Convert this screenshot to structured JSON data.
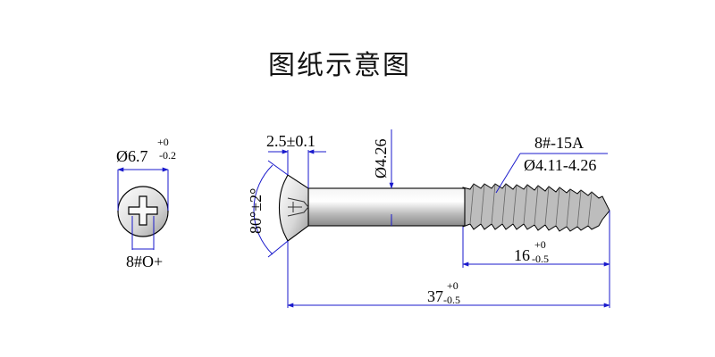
{
  "title": "图纸示意图",
  "head_view": {
    "diameter": {
      "main": "Ø6.7",
      "upper": "+0",
      "lower": "-0.2"
    },
    "drive": "8#O+"
  },
  "side_view": {
    "angle": "80°±2°",
    "head_height": "2.5±0.1",
    "shank_diameter": "Ø4.26",
    "thread_callout": {
      "line1": "8#-15A",
      "line2": "Ø4.11-4.26"
    },
    "thread_length": {
      "main": "16",
      "upper": "+0",
      "lower": "-0.5"
    },
    "total_length": {
      "main": "37",
      "upper": "+0",
      "lower": "-0.5"
    }
  },
  "colors": {
    "outline": "#000000",
    "dimension": "#1a1acc",
    "metal": "#bdbdbd"
  }
}
